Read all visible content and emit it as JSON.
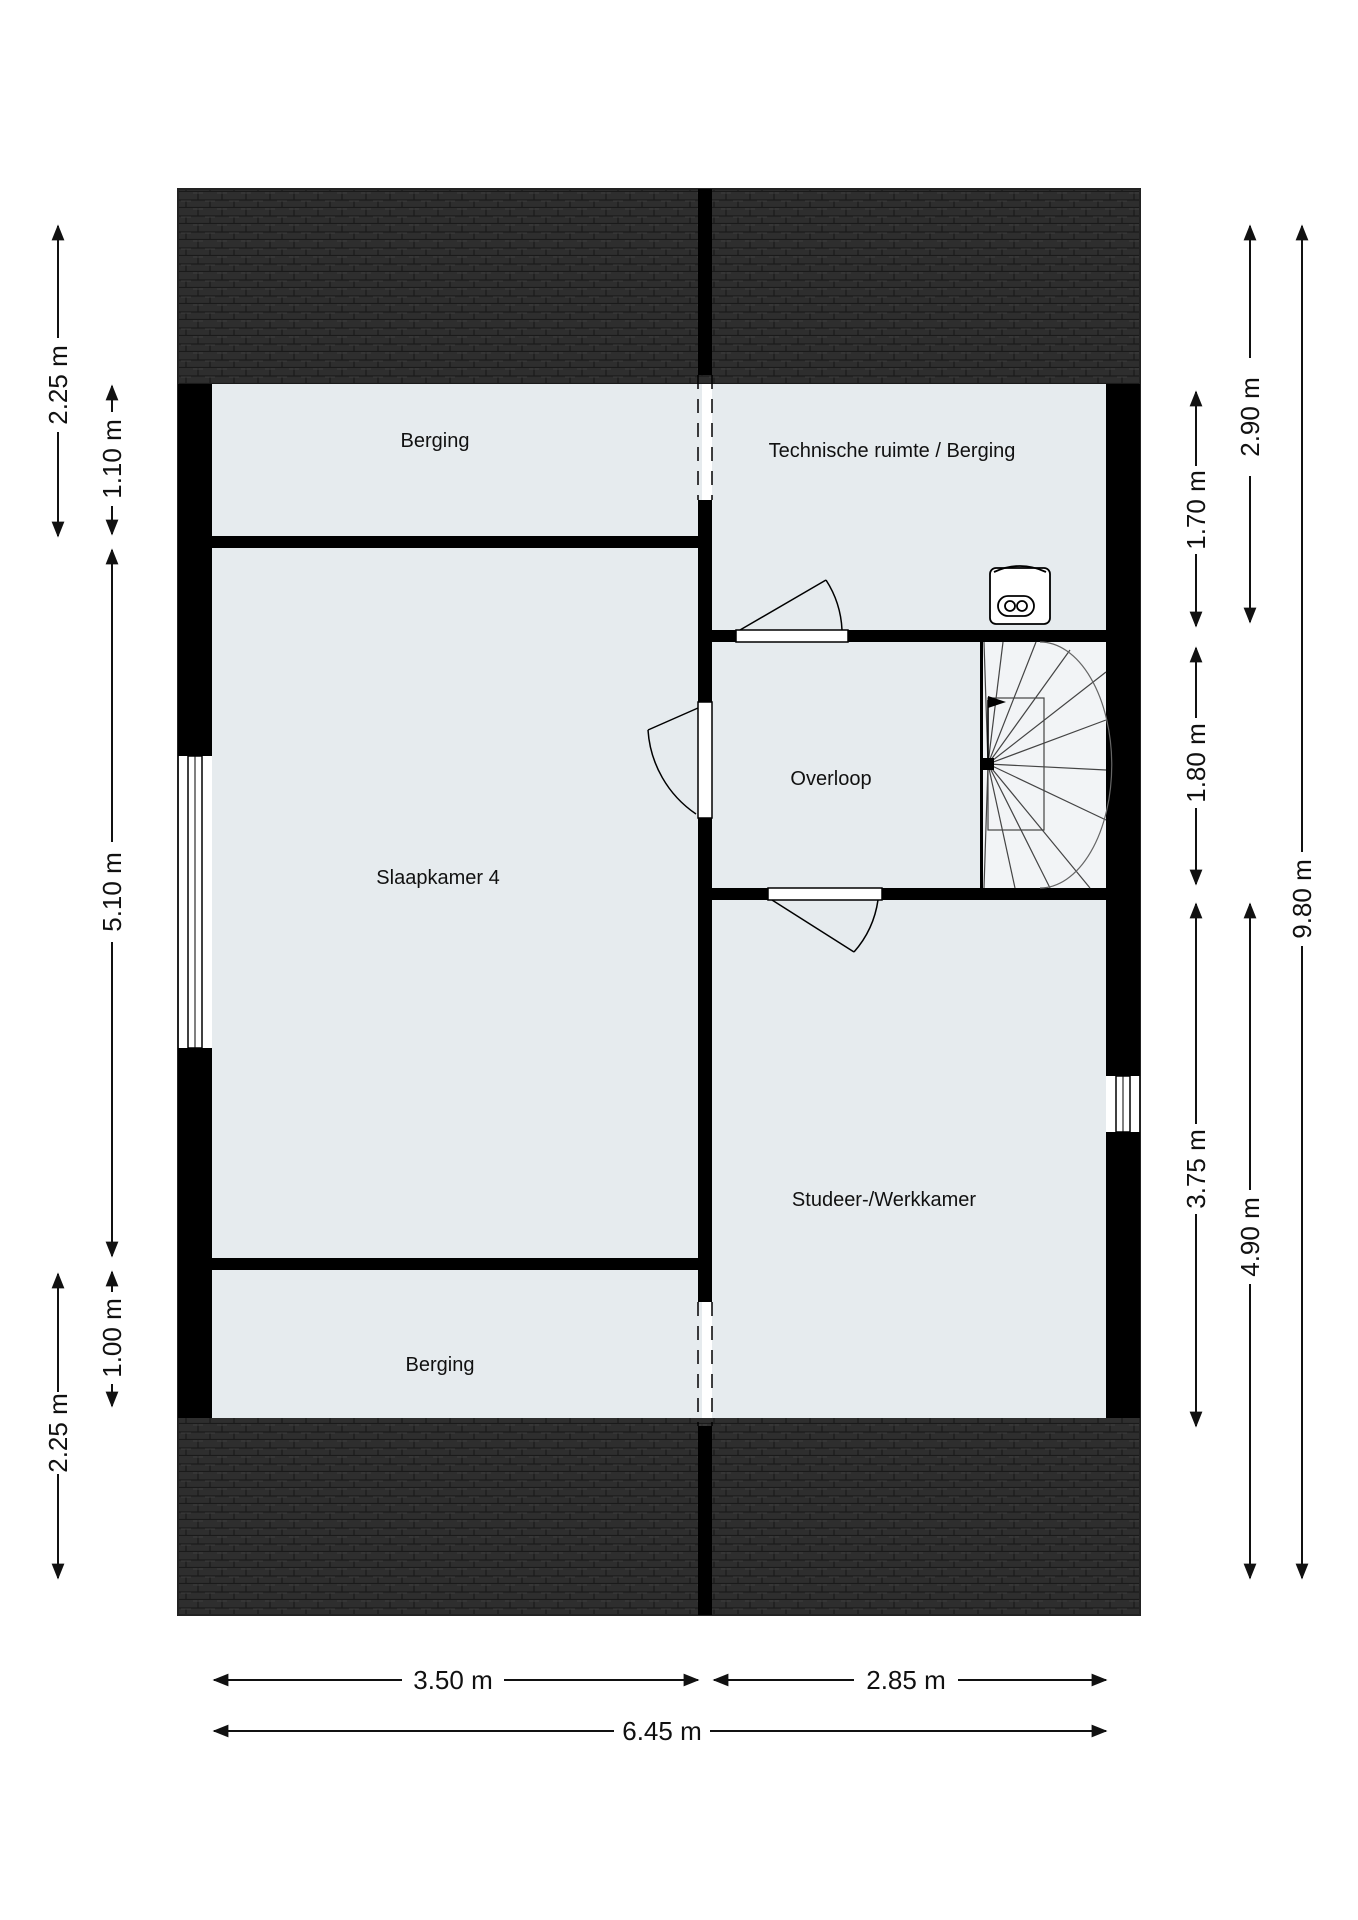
{
  "rooms": {
    "berging_top": "Berging",
    "technische_ruimte": "Technische ruimte / Berging",
    "slaapkamer": "Slaapkamer 4",
    "overloop": "Overloop",
    "studeer": "Studeer-/Werkkamer",
    "berging_bottom": "Berging"
  },
  "dimensions": {
    "left_outer_top": "2.25 m",
    "left_inner_top": "1.10 m",
    "left_middle": "5.10 m",
    "left_inner_bottom": "1.00 m",
    "left_outer_bottom": "2.25 m",
    "right_inner_top": "1.70 m",
    "right_inner_middle": "1.80 m",
    "right_inner_bottom": "3.75 m",
    "right_mid_top": "2.90 m",
    "right_mid_bottom": "4.90 m",
    "right_total": "9.80 m",
    "bottom_left": "3.50 m",
    "bottom_right": "2.85 m",
    "bottom_total": "6.45 m"
  },
  "colors": {
    "roof": "#2b2b2b",
    "wall": "#000000",
    "floor": "#e6ebee"
  }
}
